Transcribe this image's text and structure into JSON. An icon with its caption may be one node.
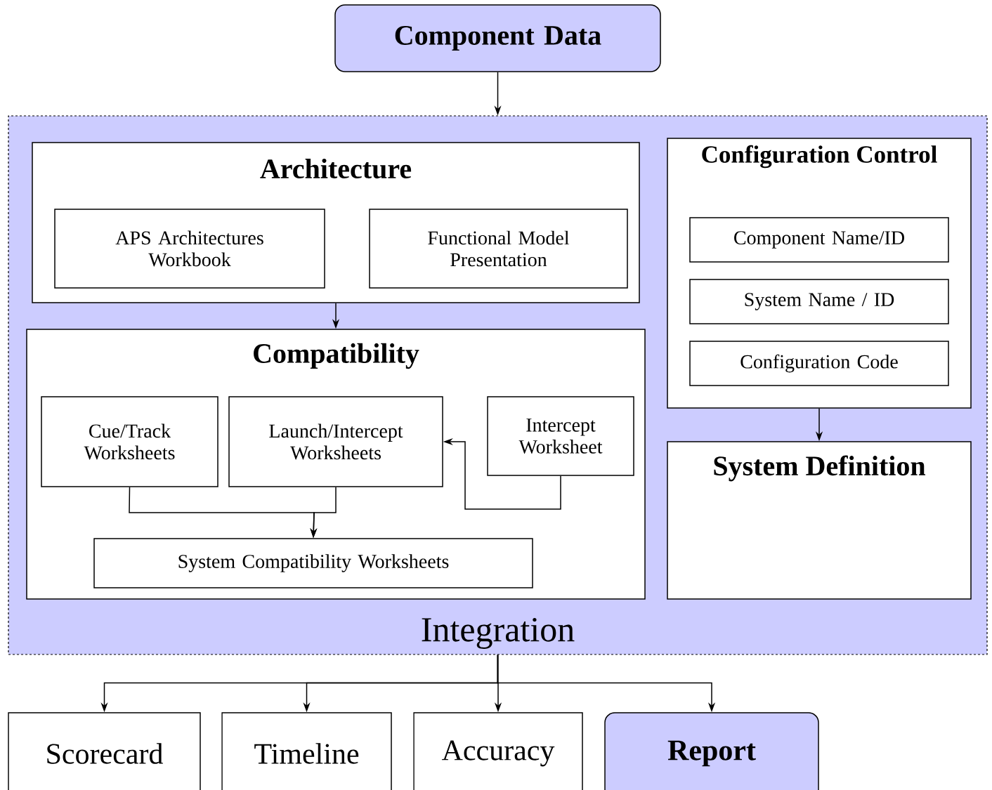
{
  "diagram": {
    "nodes": [
      {
        "text": [
          "Component Data"
        ]
      },
      {
        "text": [
          "Integration"
        ]
      },
      {
        "text": [
          "Architecture"
        ],
        "in": 1
      },
      {
        "text": [
          "APS Architectures Workbook"
        ],
        "in": 2
      },
      {
        "text": [
          "Functional Model Presentation"
        ],
        "in": 2
      },
      {
        "text": [
          "Configuration Control"
        ],
        "in": 1
      },
      {
        "text": [
          "Component Name/ID"
        ],
        "in": 5
      },
      {
        "text": [
          "System Name / ID"
        ],
        "in": 5
      },
      {
        "text": [
          "Configuration Code"
        ],
        "in": 5
      },
      {
        "text": [
          "Compatibility"
        ],
        "in": 1
      },
      {
        "text": [
          "Cue/Track Worksheets"
        ],
        "in": 9
      },
      {
        "text": [
          "Launch/Intercept Worksheets"
        ],
        "in": 9
      },
      {
        "text": [
          "Intercept Worksheet"
        ],
        "in": 9
      },
      {
        "text": [
          "System Compatibility Worksheets"
        ],
        "in": 9
      },
      {
        "text": [
          "System Definition"
        ],
        "in": 1
      },
      {
        "text": [
          "Scorecard"
        ]
      },
      {
        "text": [
          "Timeline"
        ]
      },
      {
        "text": [
          "Accuracy"
        ]
      },
      {
        "text": [
          "Report"
        ]
      }
    ],
    "edges": [
      {
        "from": 0,
        "to": 1,
        "arrow": "to"
      },
      {
        "from": 2,
        "to": 9,
        "arrow": "to"
      },
      {
        "from": 5,
        "to": 14,
        "arrow": "to"
      },
      {
        "from": 12,
        "to": 11,
        "arrow": "to"
      },
      {
        "from": 10,
        "to": 13,
        "arrow": "to"
      },
      {
        "from": 11,
        "to": 13,
        "arrow": "to"
      },
      {
        "from": 1,
        "to": 15,
        "arrow": "to"
      },
      {
        "from": 1,
        "to": 16,
        "arrow": "to"
      },
      {
        "from": 1,
        "to": 17,
        "arrow": "to"
      },
      {
        "from": 1,
        "to": 18,
        "arrow": "to"
      }
    ]
  }
}
